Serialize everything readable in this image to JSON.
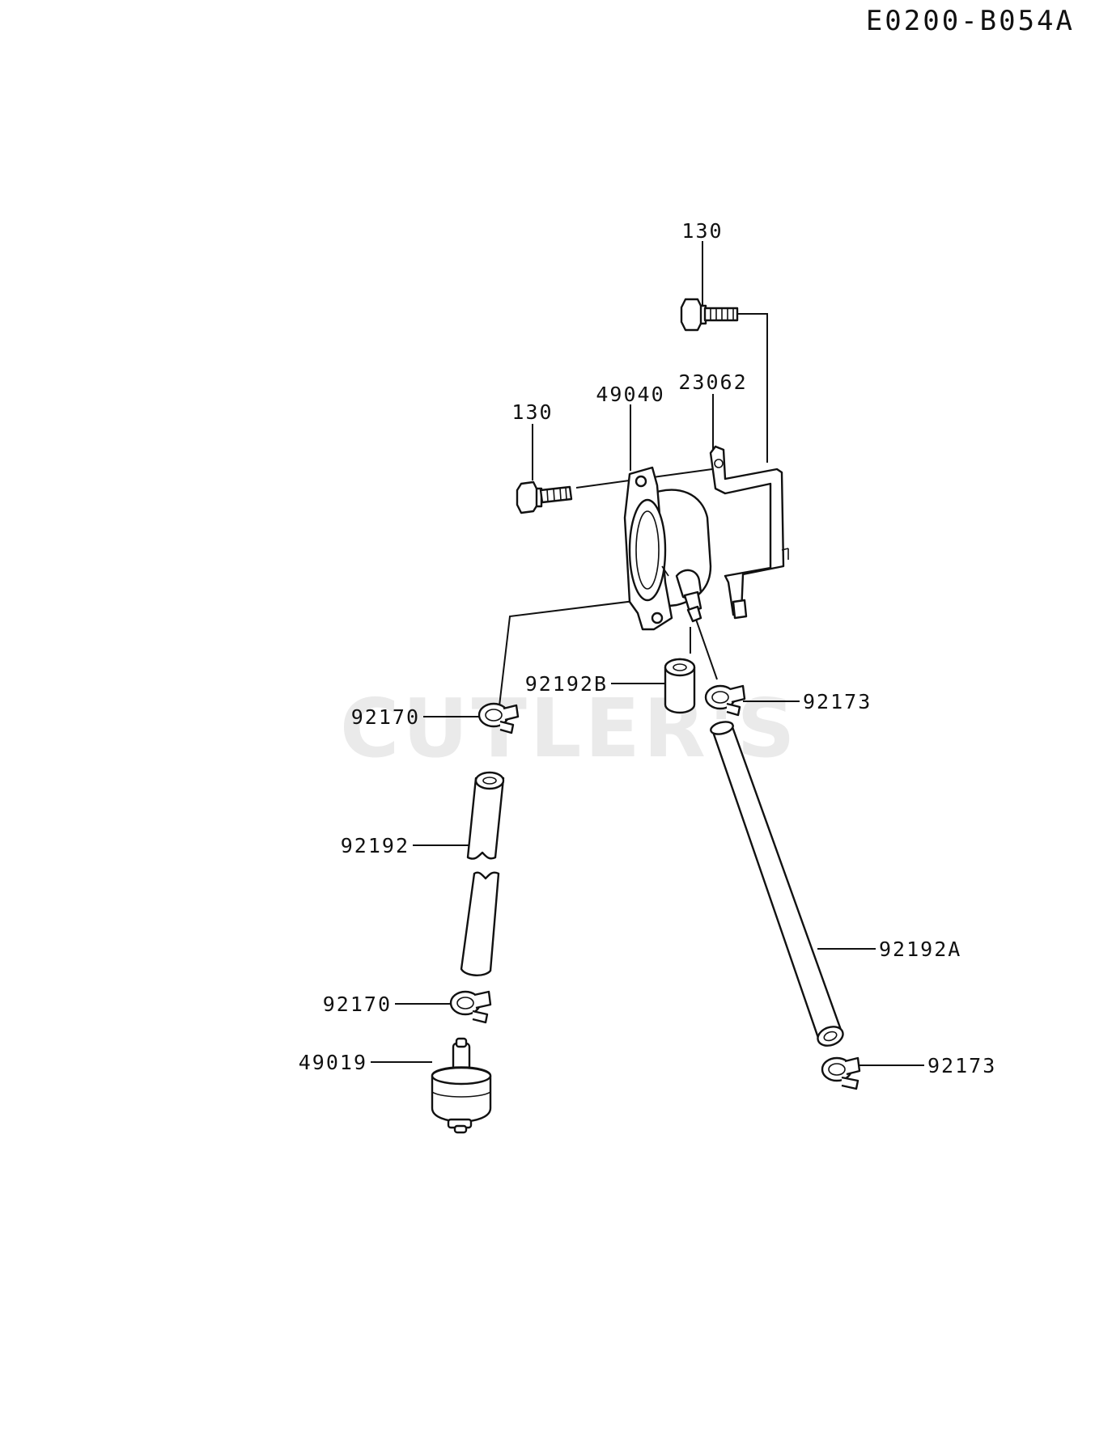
{
  "diagram": {
    "code": "E0200-B054A",
    "watermark": "CUTLER'S",
    "callouts": {
      "bolt_top": "130",
      "bolt_left": "130",
      "pump": "49040",
      "bracket": "23062",
      "hose_short": "92192B",
      "clamp_right_top": "92173",
      "clamp_left_top": "92170",
      "hose_left": "92192",
      "hose_long": "92192A",
      "clamp_left_bottom": "92170",
      "filter": "49019",
      "clamp_right_bottom": "92173"
    }
  }
}
